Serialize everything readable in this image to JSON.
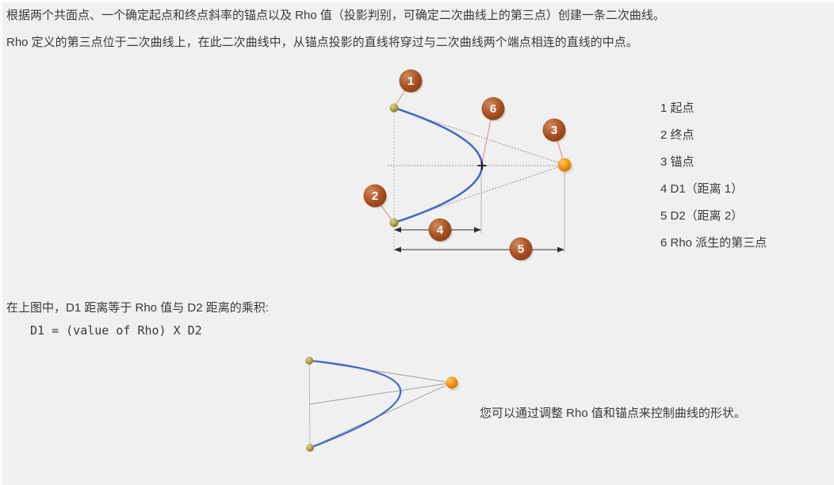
{
  "intro": {
    "line1": "根据两个共面点、一个确定起点和终点斜率的锚点以及 Rho 值（投影判别，可确定二次曲线上的第三点）创建一条二次曲线。",
    "line2": "Rho 定义的第三点位于二次曲线上，在此二次曲线中，从锚点投影的直线将穿过与二次曲线两个端点相连的直线的中点。"
  },
  "legend": {
    "items": [
      "1 起点",
      "2 终点",
      "3 锚点",
      "4 D1（距离 1）",
      "5 D2（距离 2）",
      "6 Rho 派生的第三点"
    ]
  },
  "formula": {
    "intro": "在上图中，D1 距离等于 Rho 值与 D2 距离的乘积:",
    "code": "D1 = (value of Rho) X D2"
  },
  "note": {
    "text": "您可以通过调整 Rho 值和锚点来控制曲线的形状。"
  },
  "diagram": {
    "callouts": [
      "1",
      "2",
      "3",
      "4",
      "5",
      "6"
    ],
    "colors": {
      "curve": "#4169c8",
      "callout_ball": "#a0431a",
      "start_end_point": "#b3a04a",
      "anchor_point": "#f5920f",
      "leader_line": "#f19c98",
      "dimension_line": "#2f2f2f",
      "construction_line": "#7d7d7d",
      "background": "#f0f0f0"
    }
  }
}
